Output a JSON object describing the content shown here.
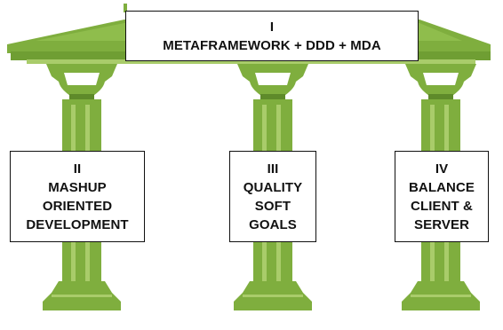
{
  "colors": {
    "pillar": "#7fae3e",
    "pillar_dark": "#5e8a2a",
    "pillar_light": "#a9cc6a",
    "box_border": "#111111",
    "text": "#111111"
  },
  "top_box": {
    "numeral": "I",
    "line1": "METAFRAMEWORK + DDD + MDA"
  },
  "pillars": [
    {
      "numeral": "II",
      "lines": [
        "MASHUP",
        "ORIENTED",
        "DEVELOPMENT"
      ]
    },
    {
      "numeral": "III",
      "lines": [
        "QUALITY",
        "SOFT",
        "GOALS"
      ]
    },
    {
      "numeral": "IV",
      "lines": [
        "BALANCE",
        "CLIENT &",
        "SERVER"
      ]
    }
  ],
  "icons": {
    "roof": "temple-roof-shape",
    "column": "column-shape"
  }
}
